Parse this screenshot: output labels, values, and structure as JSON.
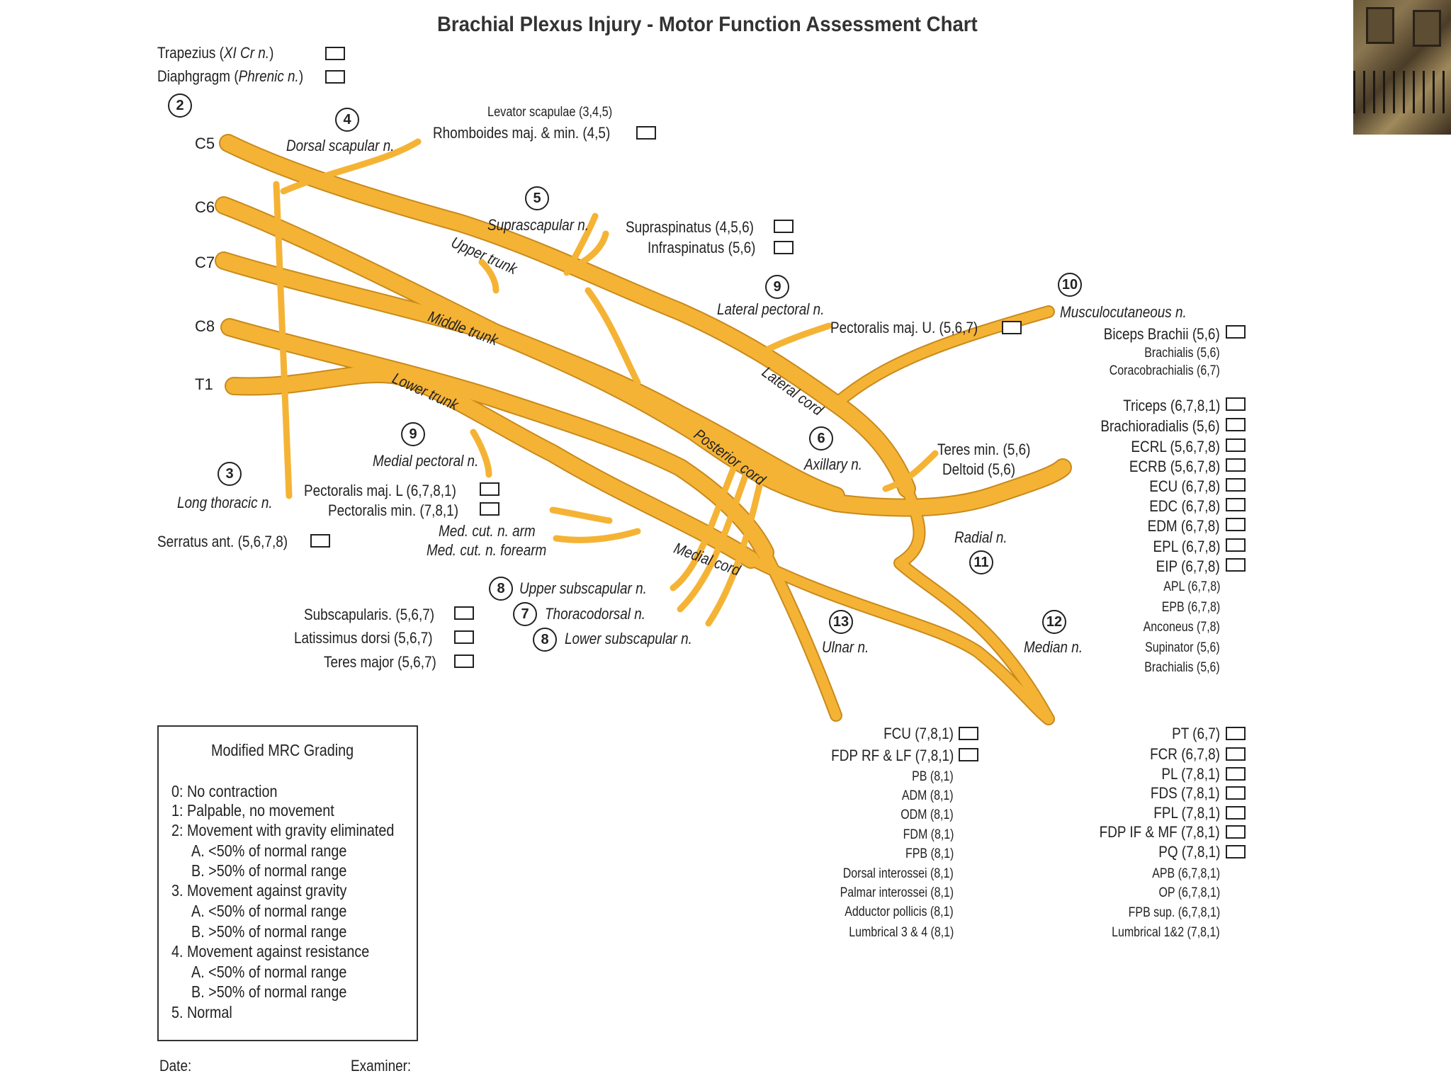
{
  "title": "Brachial Plexus Injury - Motor Function Assessment Chart",
  "colors": {
    "nerve_fill": "#F5B335",
    "nerve_stroke": "#C98A1C"
  },
  "roots": [
    "C5",
    "C6",
    "C7",
    "C8",
    "T1"
  ],
  "circles": {
    "c2": "2",
    "c3": "3",
    "c4": "4",
    "c5": "5",
    "c6": "6",
    "c7": "7",
    "c8a": "8",
    "c8b": "8",
    "c9a": "9",
    "c9b": "9",
    "c10": "10",
    "c11": "11",
    "c12": "12",
    "c13": "13"
  },
  "nerves": {
    "dorsal_scapular": "Dorsal scapular n.",
    "suprascapular": "Suprascapular n.",
    "upper_trunk": "Upper trunk",
    "middle_trunk": "Middle trunk",
    "lower_trunk": "Lower trunk",
    "lateral_pectoral": "Lateral pectoral n.",
    "lateral_cord": "Lateral cord",
    "musculocutaneous": "Musculocutaneous n.",
    "medial_pectoral": "Medial pectoral n.",
    "long_thoracic": "Long thoracic n.",
    "posterior_cord": "Posterior cord",
    "axillary": "Axillary n.",
    "med_cut_arm": "Med. cut. n. arm",
    "med_cut_forearm": "Med. cut. n. forearm",
    "medial_cord": "Medial cord",
    "radial": "Radial n.",
    "upper_subscapular": "Upper subscapular n.",
    "thoracodorsal": "Thoracodorsal n.",
    "lower_subscapular": "Lower subscapular n.",
    "ulnar": "Ulnar n.",
    "median": "Median n."
  },
  "muscles": {
    "trapezius_a": "Trapezius (",
    "trapezius_b": "XI Cr n.",
    "trapezius_c": ")",
    "diaphragm_a": "Diaphgragm (",
    "diaphragm_b": "Phrenic n.",
    "diaphragm_c": ")",
    "levator": "Levator scapulae (3,4,5)",
    "rhomboids": "Rhomboides maj. & min. (4,5)",
    "supraspinatus": "Supraspinatus (4,5,6)",
    "infraspinatus": "Infraspinatus (5,6)",
    "pect_maj_u": "Pectoralis maj. U. (5,6,7)",
    "pect_maj_l": "Pectoralis maj. L (6,7,8,1)",
    "pect_min": "Pectoralis min. (7,8,1)",
    "serratus": "Serratus ant. (5,6,7,8)",
    "subscapularis": "Subscapularis. (5,6,7)",
    "latissimus": "Latissimus dorsi (5,6,7)",
    "teres_major": "Teres major (5,6,7)",
    "teres_min": "Teres min. (5,6)",
    "deltoid": "Deltoid (5,6)",
    "biceps": "Biceps Brachii (5,6)",
    "brachialis_top": "Brachialis (5,6)",
    "coracobrachialis": "Coracobrachialis (6,7)",
    "radial_group": [
      "Triceps (6,7,8,1)",
      "Brachioradialis (5,6)",
      "ECRL (5,6,7,8)",
      "ECRB (5,6,7,8)",
      "ECU (6,7,8)",
      "EDC (6,7,8)",
      "EDM (6,7,8)",
      "EPL (6,7,8)",
      "EIP (6,7,8)"
    ],
    "radial_small": [
      "APL (6,7,8)",
      "EPB (6,7,8)",
      "Anconeus (7,8)",
      "Supinator (5,6)",
      "Brachialis (5,6)"
    ],
    "ulnar_boxed": [
      "FCU (7,8,1)",
      "FDP RF & LF (7,8,1)"
    ],
    "ulnar_small": [
      "PB (8,1)",
      "ADM (8,1)",
      "ODM (8,1)",
      "FDM (8,1)",
      "FPB (8,1)",
      "Dorsal interossei (8,1)",
      "Palmar interossei (8,1)",
      "Adductor pollicis (8,1)",
      "Lumbrical 3 & 4 (8,1)"
    ],
    "median_boxed": [
      "PT (6,7)",
      "FCR (6,7,8)",
      "PL (7,8,1)",
      "FDS (7,8,1)",
      "FPL (7,8,1)",
      "FDP IF & MF (7,8,1)",
      "PQ (7,8,1)"
    ],
    "median_small": [
      "APB (6,7,8,1)",
      "OP (6,7,8,1)",
      "FPB sup. (6,7,8,1)",
      "Lumbrical 1&2 (7,8,1)"
    ]
  },
  "grading": {
    "title": "Modified MRC Grading",
    "lines": [
      "0: No contraction",
      "1: Palpable, no movement",
      "2: Movement with gravity eliminated",
      "A. <50% of normal range",
      "B. >50% of normal range",
      "3. Movement against gravity",
      "A. <50% of normal range",
      "B. >50% of normal range",
      "4. Movement against resistance",
      "A. <50% of normal range",
      "B. >50% of normal range",
      "5. Normal"
    ]
  },
  "footer": {
    "date": "Date:",
    "examiner": "Examiner:"
  }
}
